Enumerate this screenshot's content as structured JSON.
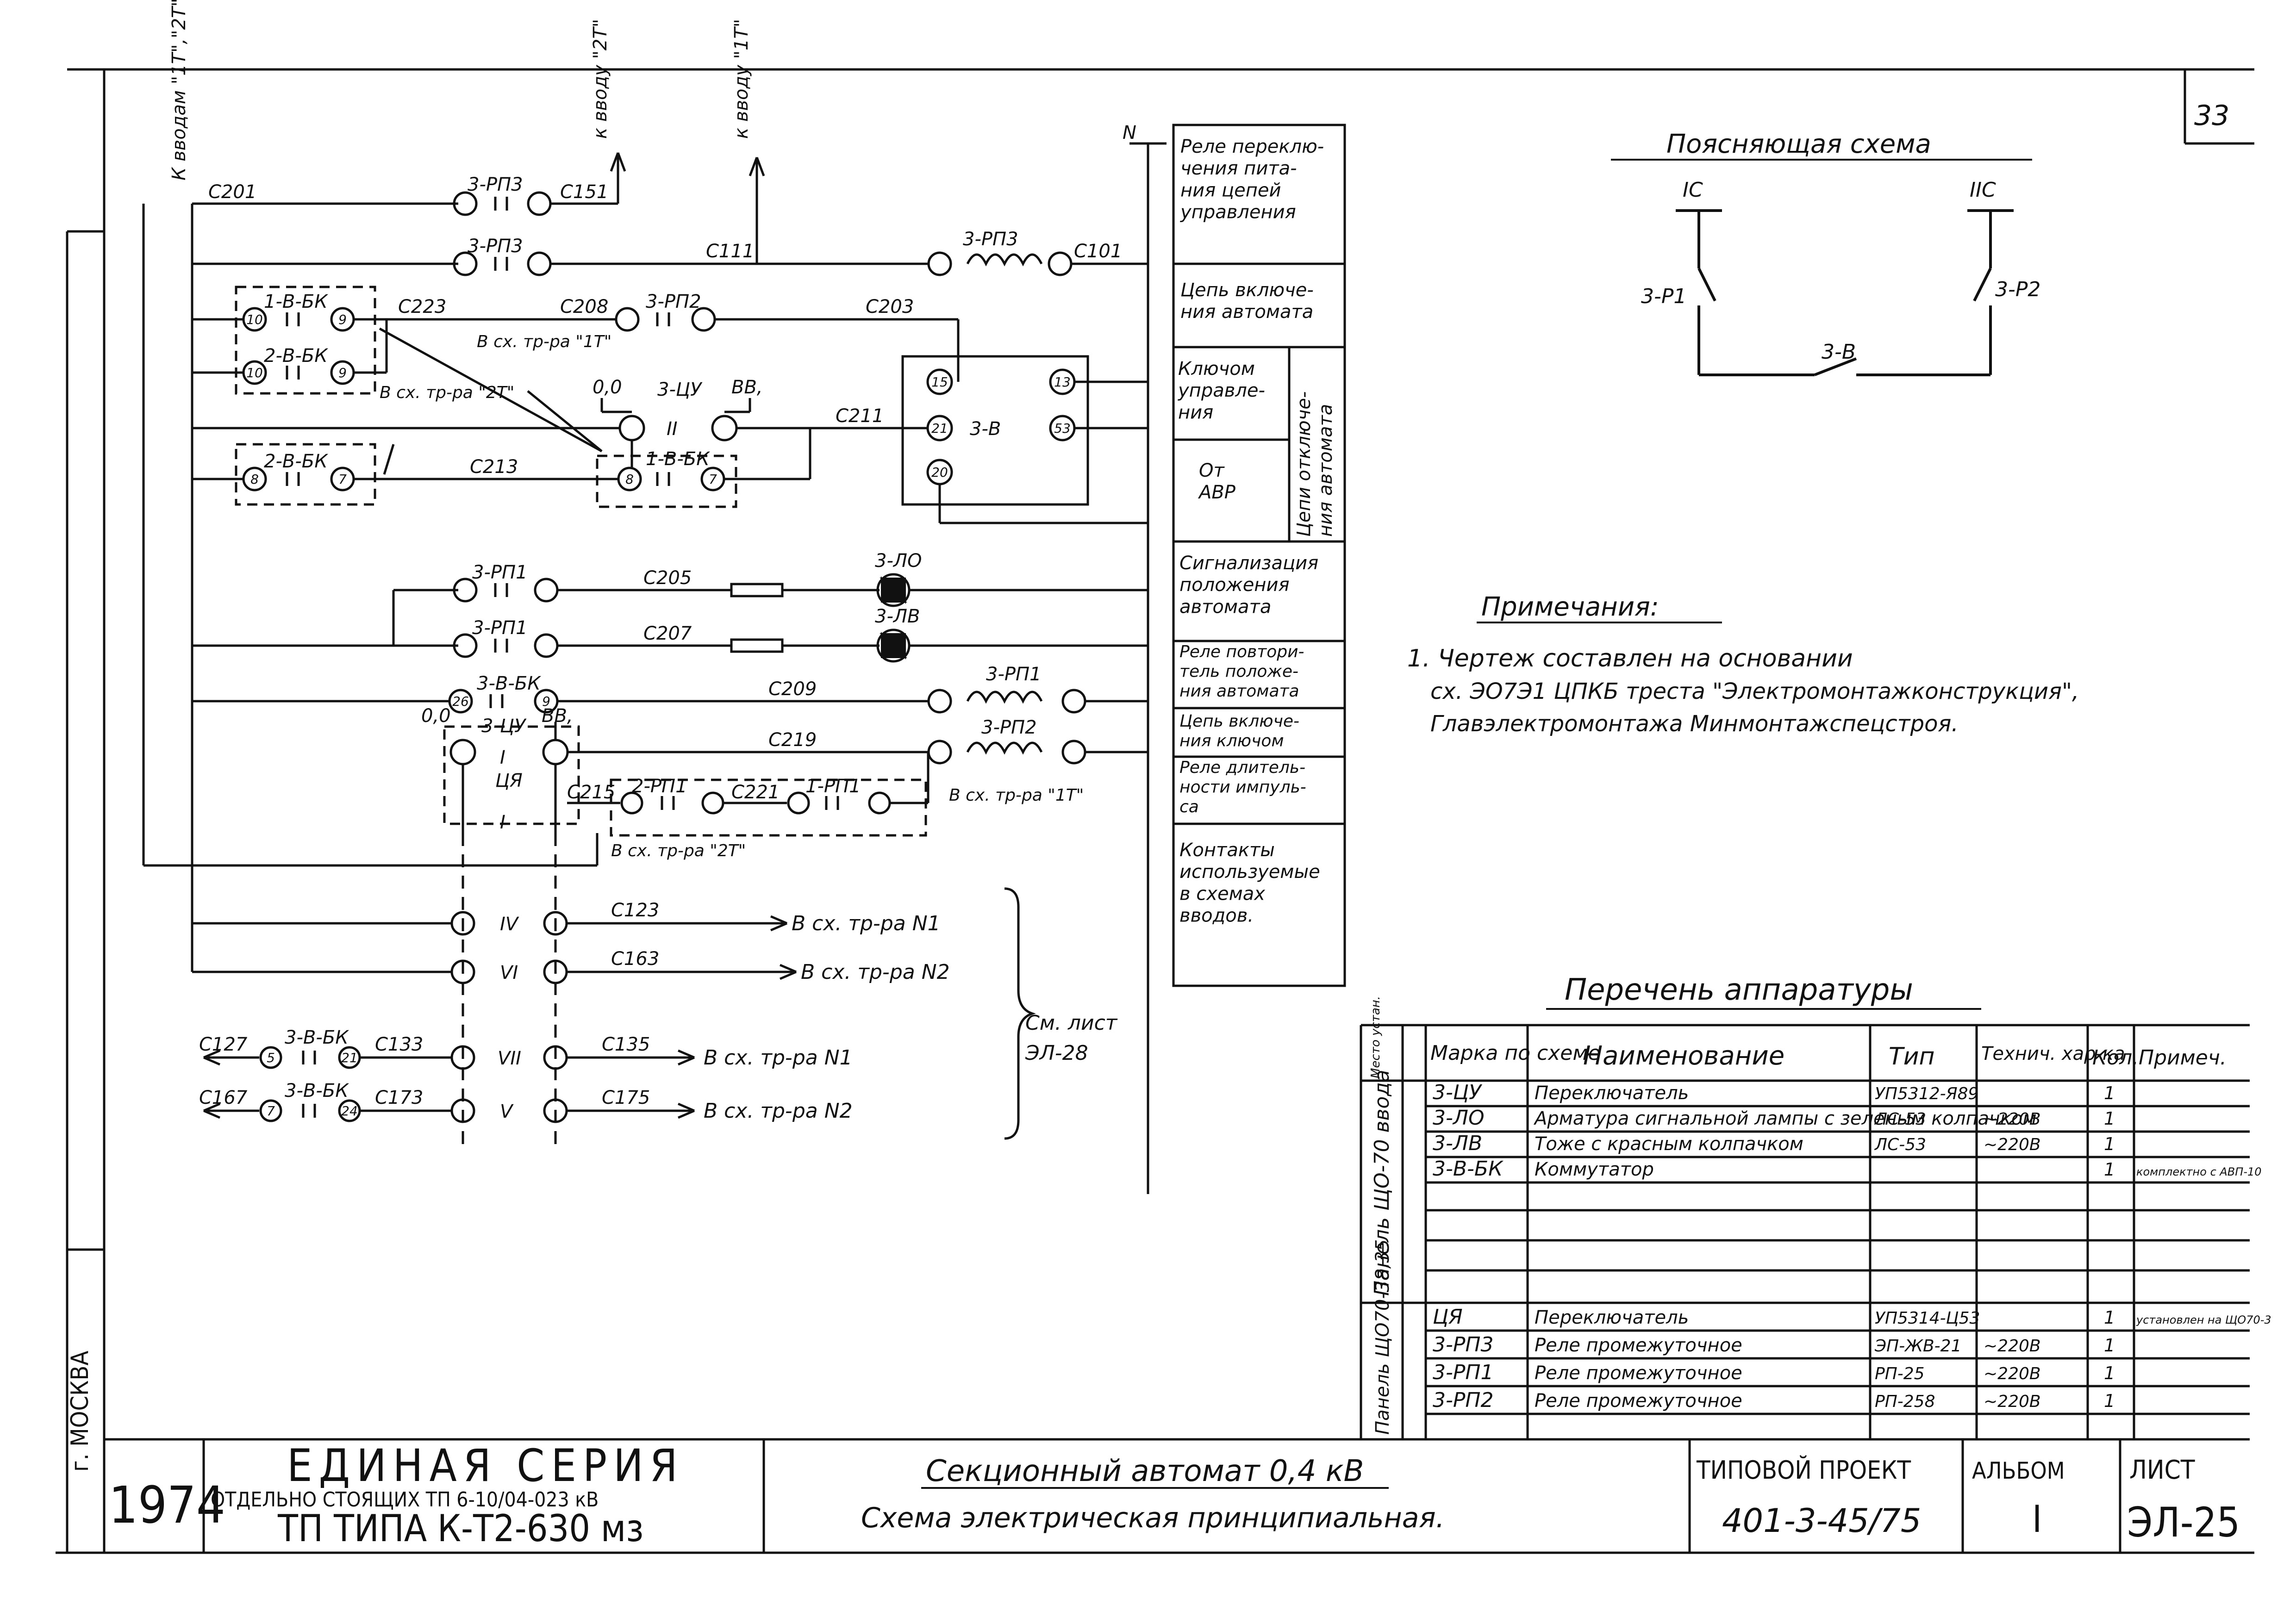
{
  "sheet_number": "33",
  "side_city": "г. МОСКВА",
  "left_header_labels": [
    "К вводам \"1Т\",\"2Т\"",
    "к вводу \"2Т\"",
    "к вводу \"1Т\""
  ],
  "bus_label": "N",
  "wire_labels": [
    "С201",
    "С151",
    "С111",
    "С101",
    "С223",
    "С208",
    "С203",
    "С211",
    "С213",
    "С205",
    "С207",
    "С209",
    "С219",
    "С215",
    "С221",
    "С123",
    "С163",
    "С127",
    "С133",
    "С167",
    "С173",
    "С135",
    "С175"
  ],
  "device_labels": [
    "3-РП3",
    "3-РП3",
    "3-РП3",
    "1-В-БК",
    "2-В-БК",
    "3-РП2",
    "3-ЦУ",
    "3-В",
    "2-В-БК",
    "1-В-БК",
    "3-РП1",
    "3-РП1",
    "3-ЛО",
    "3-ЛВ",
    "3-В-БК",
    "3-РП1",
    "3-ЦУ",
    "3-РП2",
    "ЦЯ",
    "2-РП1",
    "1-РП1",
    "3-В-БК",
    "3-В-БК"
  ],
  "terminal_numbers": [
    "10",
    "9",
    "10",
    "9",
    "8",
    "7",
    "8",
    "7",
    "15",
    "21",
    "20",
    "13",
    "53",
    "26",
    "9",
    "5",
    "21",
    "7",
    "24"
  ],
  "position_labels": [
    "0,0",
    "ВВ,",
    "II",
    "0,0",
    "ВВ,",
    "I",
    "I",
    "IV",
    "VI",
    "VII",
    "V"
  ],
  "ref_labels": [
    "В сх. тр-ра \"1Т\"",
    "В сх. тр-ра \"2Т\"",
    "В сх. тр-ра \"1Т\"",
    "В сх. тр-ра \"2Т\""
  ],
  "arrow_labels": [
    "В сх. тр-ра N1",
    "В сх. тр-ра N2",
    "В сх. тр-ра N1",
    "В сх. тр-ра N2"
  ],
  "see_sheet": [
    "См. лист",
    "ЭЛ-28"
  ],
  "legend": [
    {
      "text": "Реле переклю-\nчения пита-\nния цепей\nуправления"
    },
    {
      "text": "Цепь включе-\nния автомата"
    },
    {
      "text": "Ключом\nуправле-\nния"
    },
    {
      "text": "От\nАВР"
    },
    {
      "text": "Цепи отключе-\nния автомата"
    },
    {
      "text": "Сигнализация\nположения\nавтомата"
    },
    {
      "text": "Реле повтори-\nтель положе-\nния автомата"
    },
    {
      "text": "Цепь включе-\nния ключом"
    },
    {
      "text": "Реле длитель-\nности импуль-\nса"
    },
    {
      "text": "Контакты\nиспользуемые\nв схемах\nвводов."
    }
  ],
  "explanatory": {
    "title": "Поясняющая схема",
    "labels": [
      "IС",
      "IIС",
      "3-Р1",
      "3-Р2",
      "3-В"
    ]
  },
  "notes": {
    "title": "Примечания:",
    "lines": [
      "1. Чертеж составлен на основании",
      "сх. ЭО7Э1 ЦПКБ треста \"Электромонтажконструкция\",",
      "Главэлектромонтажа Минмонтажспецстроя."
    ]
  },
  "equipment": {
    "title": "Перечень аппаратуры",
    "headers": [
      "Место устан.",
      "Марка по схеме",
      "Наименование",
      "Тип",
      "Технич. хар-ка",
      "Кол.",
      "Примеч."
    ],
    "group1_label": "Панель ЩО-70 ввода",
    "group2_label": "Панель ЩО70-38,35",
    "rows_group1": [
      [
        "3-ЦУ",
        "Переключатель",
        "УП5312-Я89",
        "",
        "1",
        ""
      ],
      [
        "3-ЛО",
        "Арматура сигнальной лампы с зеленым колпачком",
        "ЛС-53",
        "~220В",
        "1",
        ""
      ],
      [
        "3-ЛВ",
        "Тоже с красным колпачком",
        "ЛС-53",
        "~220В",
        "1",
        ""
      ],
      [
        "3-В-БК",
        "Коммутатор",
        "",
        "",
        "1",
        "комплектно с АВП-10"
      ]
    ],
    "rows_group2": [
      [
        "ЦЯ",
        "Переключатель",
        "УП5314-Ц53",
        "",
        "1",
        "установлен на ЩО70-3"
      ],
      [
        "3-РП3",
        "Реле промежуточное",
        "ЭП-ЖВ-21",
        "~220В",
        "1",
        ""
      ],
      [
        "3-РП1",
        "Реле промежуточное",
        "РП-25",
        "~220В",
        "1",
        ""
      ],
      [
        "3-РП2",
        "Реле промежуточное",
        "РП-258",
        "~220В",
        "1",
        ""
      ]
    ]
  },
  "title_block": {
    "year": "1974",
    "series": "ЕДИНАЯ СЕРИЯ",
    "subtitle": "ОТДЕЛЬНО СТОЯЩИХ ТП 6-10/04-023 кВ",
    "tp_line": "ТП ТИПА К-Т2-630 мз",
    "drawing_title": "Секционный автомат 0,4 кВ",
    "drawing_subtitle": "Схема электрическая принципиальная.",
    "project_label": "ТИПОВОЙ ПРОЕКТ",
    "project_number": "401-3-45/75",
    "album_label": "АЛЬБОМ",
    "album_number": "I",
    "sheet_label": "ЛИСТ",
    "sheet_code": "ЭЛ-25"
  }
}
